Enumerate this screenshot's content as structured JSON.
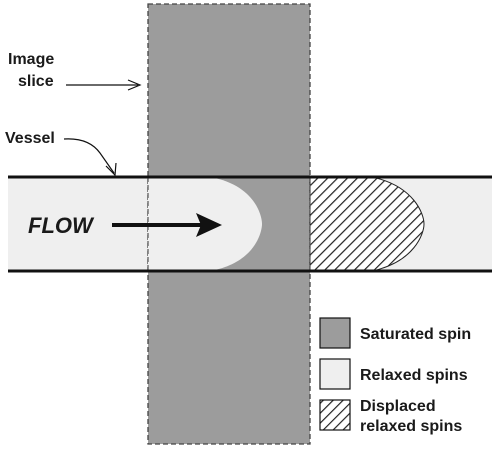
{
  "diagram": {
    "labels": {
      "image_slice_line1": "Image",
      "image_slice_line2": "slice",
      "vessel": "Vessel",
      "flow": "FLOW"
    },
    "legend": [
      {
        "label_line1": "Saturated spin",
        "label_line2": "",
        "swatch": "saturated"
      },
      {
        "label_line1": "Relaxed spins",
        "label_line2": "",
        "swatch": "relaxed"
      },
      {
        "label_line1": "Displaced",
        "label_line2": "relaxed spins",
        "swatch": "displaced"
      }
    ]
  },
  "colors": {
    "saturated": "#9c9c9c",
    "relaxed": "#efefef",
    "vessel_wall": "#111111",
    "slice_border": "#444444",
    "hatch": "#222222"
  }
}
